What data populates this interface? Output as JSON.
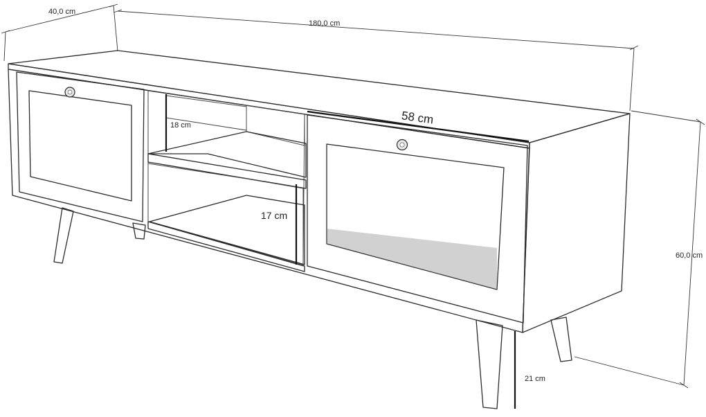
{
  "dimensions": {
    "depth": "40,0 cm",
    "width": "180,0 cm",
    "height": "60,0 cm",
    "door_width": "58 cm",
    "upper_shelf": "18 cm",
    "lower_shelf": "17 cm",
    "leg_height": "21 cm"
  },
  "colors": {
    "panel": "#f7f7f7",
    "shadow": "#bdbdbd",
    "shelf_shade": "#9e9e9e",
    "line": "#2a2a2a"
  }
}
